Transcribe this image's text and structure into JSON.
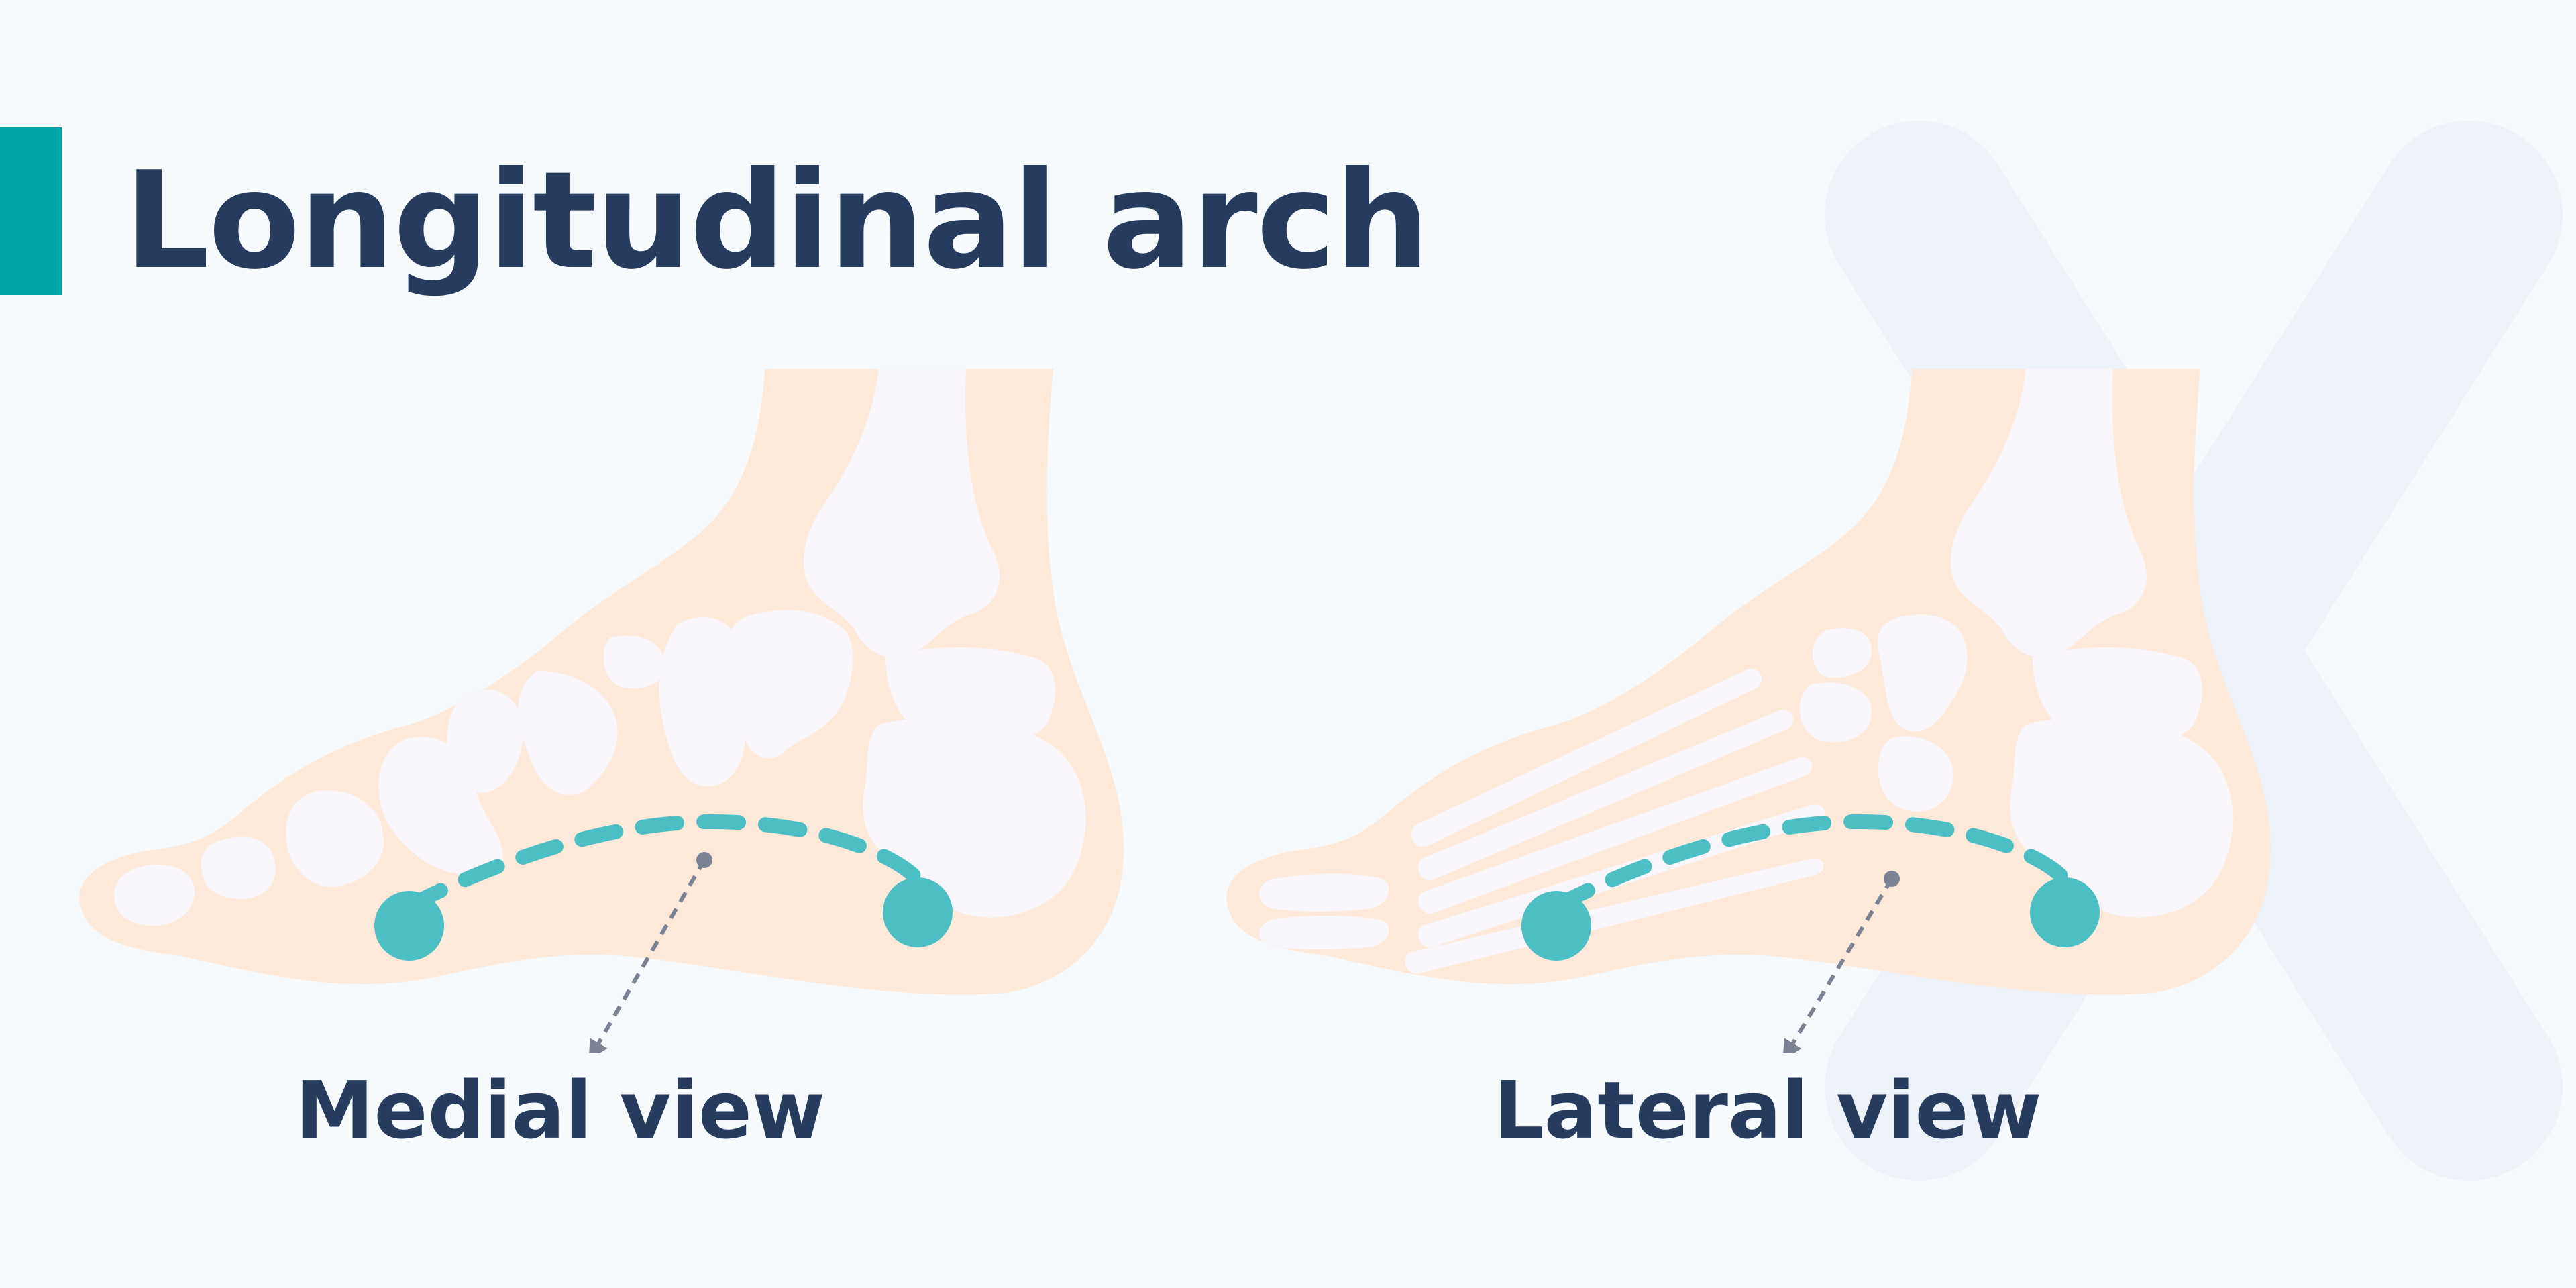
{
  "title": "Longitudinal arch",
  "views": [
    {
      "label": "Medial view"
    },
    {
      "label": "Lateral view"
    }
  ],
  "icons": {
    "background": "x-cross-watermark-icon",
    "arch_marker": "arch-dot-icon",
    "pointer": "dashed-arrow-icon"
  },
  "colors": {
    "background": "#f6fafc",
    "accent": "#00a5aa",
    "title_text": "#263b5e",
    "skin": "#fde9da",
    "bone": "#f8f6fb",
    "arch_marker": "#4cbfc4",
    "pointer": "#7b8294",
    "watermark": "#edf2f9"
  }
}
